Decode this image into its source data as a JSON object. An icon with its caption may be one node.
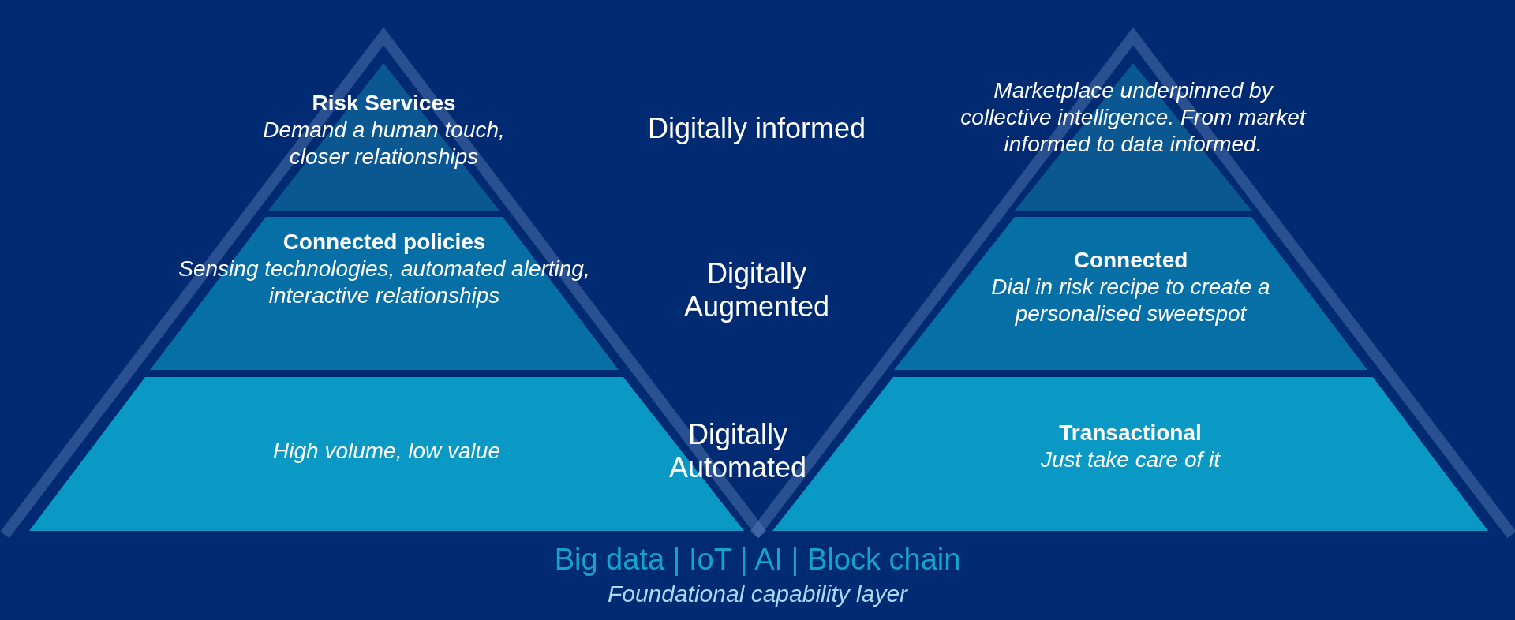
{
  "diagram": {
    "nodes": [
      {
        "text": [
          "Risk Services",
          "Demand a human touch, closer relationships"
        ]
      },
      {
        "text": [
          "Connected policies",
          "Sensing technologies, automated alerting, interactive relationships"
        ]
      },
      {
        "text": [
          "High volume, low value"
        ]
      },
      {
        "text": [
          "Marketplace underpinned by collective intelligence. From market informed to data informed."
        ]
      },
      {
        "text": [
          "Connected",
          "Dial in risk recipe to create a personalised sweetspot"
        ]
      },
      {
        "text": [
          "Transactional",
          "Just take care of it"
        ]
      }
    ],
    "edges": [],
    "labels": [
      "Digitally informed",
      "Digitally Augmented",
      "Digitally Automated",
      "Big data | IoT | AI | Block chain",
      "Foundational capability layer"
    ]
  }
}
